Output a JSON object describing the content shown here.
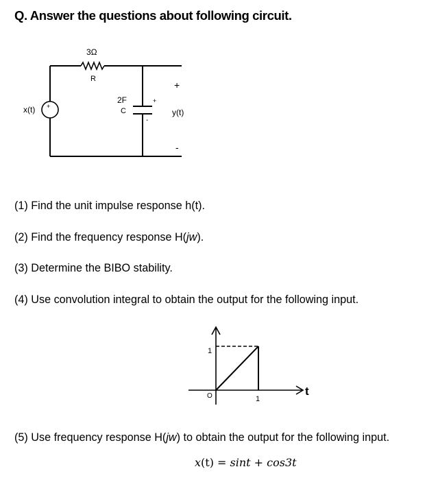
{
  "title": "Q. Answer the questions about following circuit.",
  "circuit": {
    "resistor_value": "3Ω",
    "resistor_label": "R",
    "capacitor_value": "2F",
    "capacitor_label": "C",
    "capacitor_plus": "+",
    "capacitor_minus": "-",
    "input_label": "x(t)",
    "source_plus": "+",
    "output_plus": "+",
    "output_label": "y(t)",
    "output_minus": "-"
  },
  "questions": {
    "q1": "(1) Find the unit impulse response h(t).",
    "q2_prefix": "(2) Find the frequency response H(",
    "q2_var": "jw",
    "q2_suffix": ").",
    "q3": "(3) Determine the BIBO stability.",
    "q4": "(4) Use convolution integral to obtain the output for the following input.",
    "q5_prefix": "(5) Use frequency response H(",
    "q5_var": "jw",
    "q5_suffix": ") to obtain the output for the following input."
  },
  "input_graph": {
    "y_tick": "1",
    "x_tick": "1",
    "origin": "O",
    "t_axis": "t"
  },
  "formula": {
    "lhs_var": "x",
    "lhs_arg": "(t)",
    "eq": " = ",
    "term1": "sint",
    "plus": " + ",
    "term2": "cos3t"
  }
}
